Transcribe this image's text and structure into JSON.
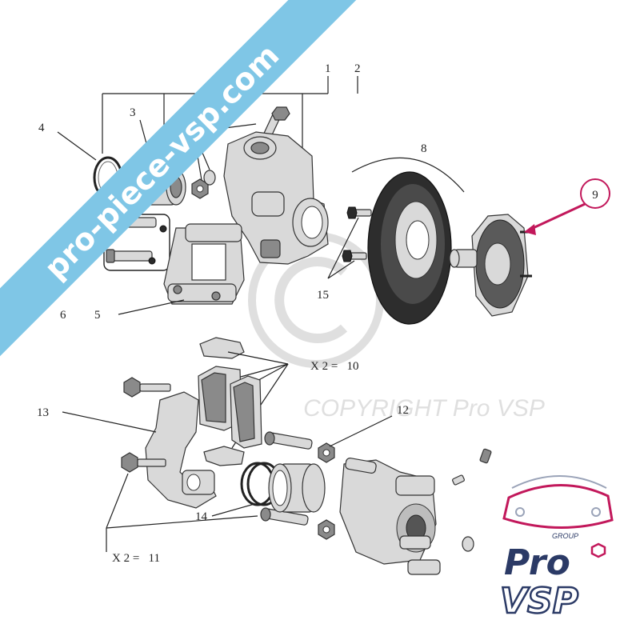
{
  "watermark_banner": {
    "text": "pro-piece-vsp.com",
    "color": "#7fc6e6"
  },
  "copyright_watermark": {
    "text": "COPYRIGHT Pro VSP"
  },
  "highlight": {
    "label": "9",
    "color": "#c2185b"
  },
  "callouts": [
    {
      "id": "1",
      "text": "1"
    },
    {
      "id": "2",
      "text": "2"
    },
    {
      "id": "3",
      "text": "3"
    },
    {
      "id": "4",
      "text": "4"
    },
    {
      "id": "5",
      "text": "5"
    },
    {
      "id": "6",
      "text": "6"
    },
    {
      "id": "8",
      "text": "8"
    },
    {
      "id": "10",
      "text": "X 2 =   10"
    },
    {
      "id": "11",
      "text": "X 2 =   11"
    },
    {
      "id": "12",
      "text": "12"
    },
    {
      "id": "13",
      "text": "13"
    },
    {
      "id": "14",
      "text": "14"
    },
    {
      "id": "15",
      "text": "15"
    }
  ],
  "logo": {
    "group": "GROUP",
    "line1": "Pro",
    "line2": "VSP",
    "accent": "#c2185b",
    "dark": "#2b3a66"
  }
}
